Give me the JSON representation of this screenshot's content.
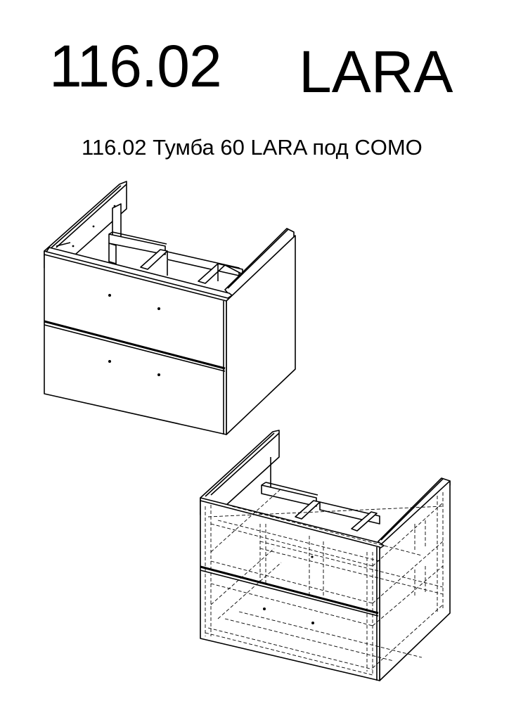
{
  "header": {
    "article_code": "116.02",
    "collection_name": "LARA"
  },
  "subtitle": "116.02 Тумба 60 LARA под COMO",
  "drawings": [
    {
      "view": "isometric-solid",
      "description": "Cabinet 60 with two drawers, open top frame"
    },
    {
      "view": "isometric-wireframe",
      "description": "Same cabinet with hidden lines shown (dashed)"
    }
  ]
}
